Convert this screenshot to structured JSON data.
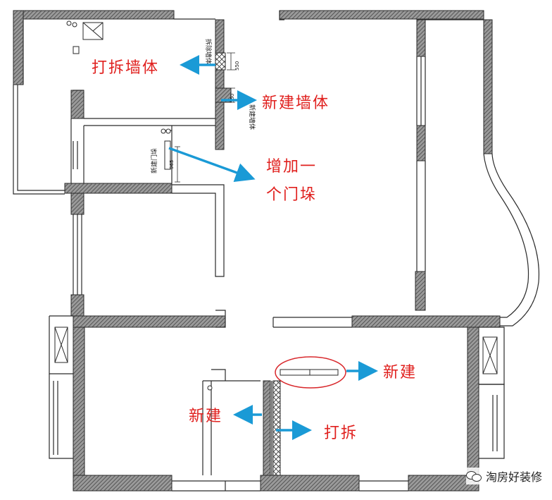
{
  "annotations": {
    "demolish_wall": "打拆墙体",
    "new_wall": "新建墙体",
    "add_door_line1": "增加一",
    "add_door_line2": "个门垛",
    "new_build_right": "新建",
    "new_build_left": "新建",
    "demolish": "打拆"
  },
  "plan_labels": {
    "demolish_wall_small": "拆除墙体",
    "new_wall_small": "新建墙体",
    "new_door_jamb_small": "新建门垛",
    "dim_550_a": "550",
    "dim_550_b": "550",
    "dim_965": "965"
  },
  "watermark": {
    "text": "淘房好装修",
    "icon": "wechat-icon"
  },
  "colors": {
    "wall_line": "#2a2a2a",
    "wall_hatch": "#6a6a6a",
    "annotation_text": "#e0201e",
    "arrow": "#1a9ad6",
    "highlight_ellipse": "#d8262a"
  }
}
